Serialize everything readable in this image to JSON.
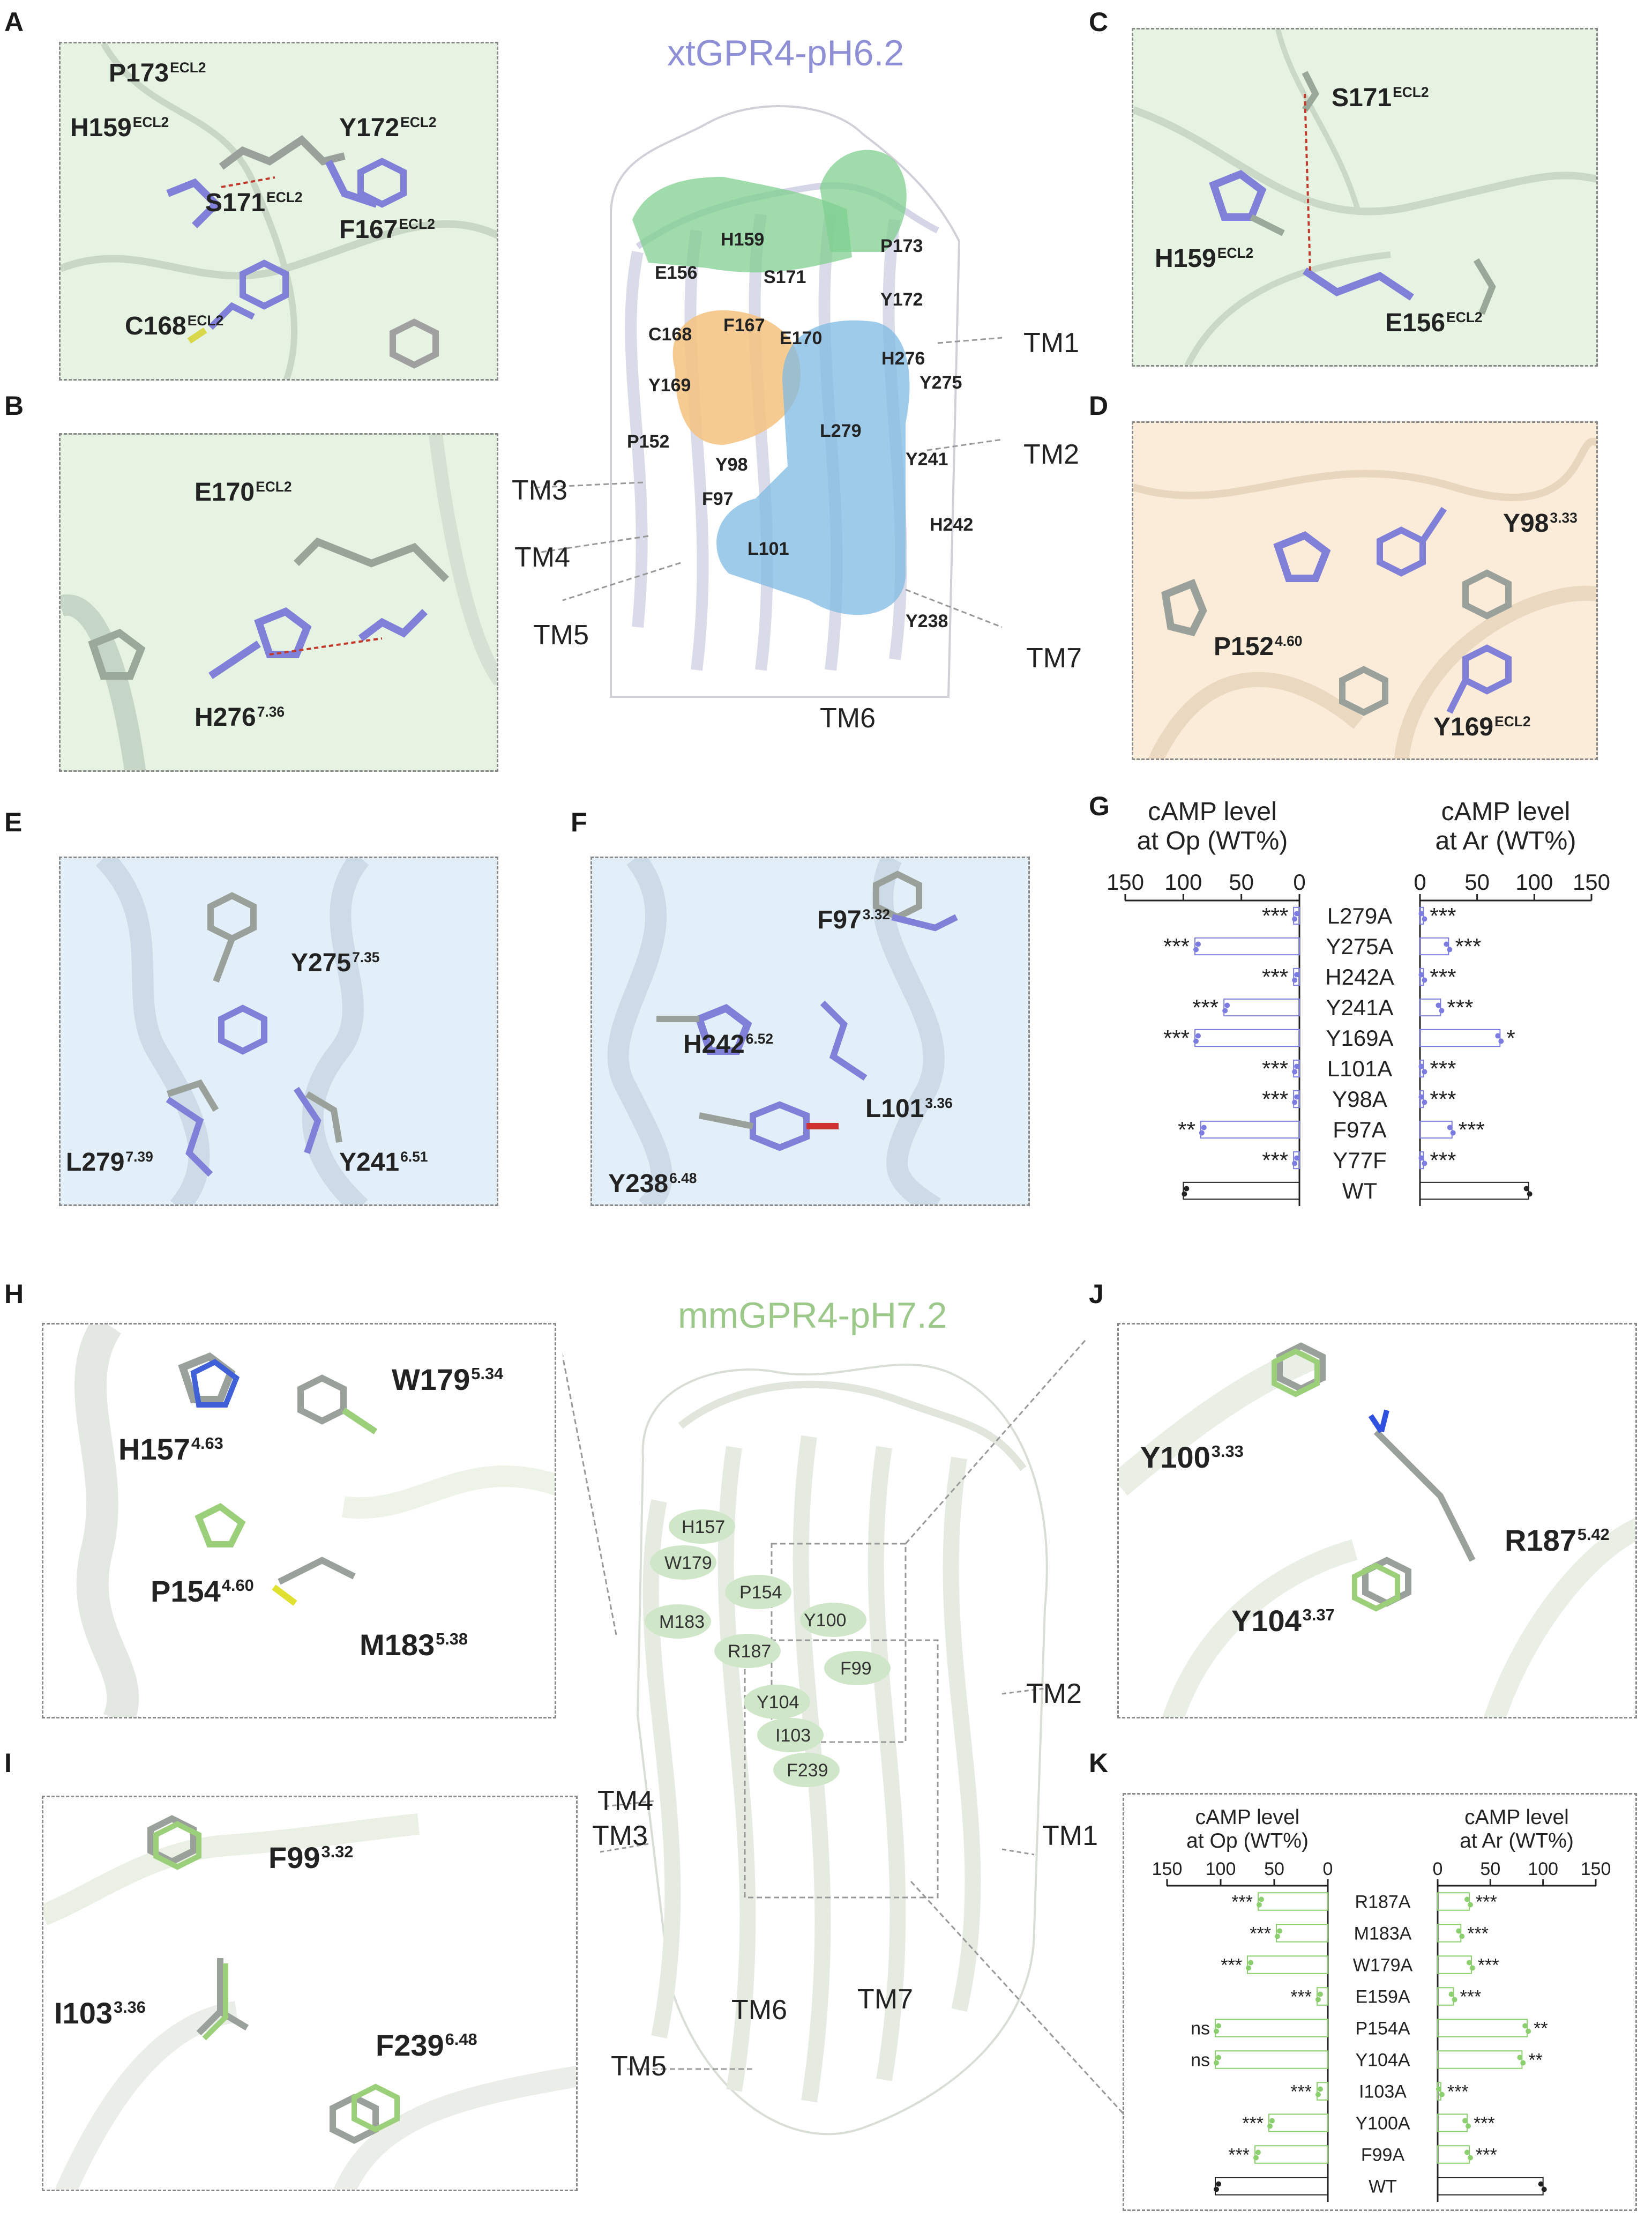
{
  "panel_labels": {
    "A": "A",
    "B": "B",
    "C": "C",
    "D": "D",
    "E": "E",
    "F": "F",
    "G": "G",
    "H": "H",
    "I": "I",
    "J": "J",
    "K": "K"
  },
  "structures": {
    "top_title": "xtGPR4-pH6.2",
    "bottom_title": "mmGPR4-pH7.2",
    "top_tm": [
      "TM1",
      "TM2",
      "TM3",
      "TM4",
      "TM5",
      "TM6",
      "TM7"
    ],
    "bottom_tm": [
      "TM1",
      "TM2",
      "TM3",
      "TM4",
      "TM5",
      "TM6",
      "TM7"
    ],
    "top_sites": [
      "H159",
      "P173",
      "E156",
      "S171",
      "Y172",
      "C168",
      "F167",
      "E170",
      "H276",
      "Y275",
      "Y169",
      "L279",
      "P152",
      "Y241",
      "Y98",
      "F97",
      "H242",
      "L101",
      "Y238"
    ],
    "bottom_sites": [
      "H157",
      "W179",
      "P154",
      "M183",
      "Y100",
      "R187",
      "F99",
      "Y104",
      "I103",
      "F239"
    ],
    "title_color_top": "#8f8fd6",
    "title_color_bottom": "#9cc98a",
    "region_colors": {
      "green": "#7fcf8f",
      "orange": "#f4c27f",
      "blue": "#7fb9e3"
    }
  },
  "panels": {
    "A": [
      {
        "name": "P173",
        "sup": "ECL2"
      },
      {
        "name": "H159",
        "sup": "ECL2"
      },
      {
        "name": "Y172",
        "sup": "ECL2"
      },
      {
        "name": "S171",
        "sup": "ECL2"
      },
      {
        "name": "F167",
        "sup": "ECL2"
      },
      {
        "name": "C168",
        "sup": "ECL2"
      }
    ],
    "B": [
      {
        "name": "E170",
        "sup": "ECL2"
      },
      {
        "name": "H276",
        "sup": "7.36"
      }
    ],
    "C": [
      {
        "name": "S171",
        "sup": "ECL2"
      },
      {
        "name": "H159",
        "sup": "ECL2"
      },
      {
        "name": "E156",
        "sup": "ECL2"
      }
    ],
    "D": [
      {
        "name": "Y98",
        "sup": "3.33"
      },
      {
        "name": "P152",
        "sup": "4.60"
      },
      {
        "name": "Y169",
        "sup": "ECL2"
      }
    ],
    "E": [
      {
        "name": "Y275",
        "sup": "7.35"
      },
      {
        "name": "L279",
        "sup": "7.39"
      },
      {
        "name": "Y241",
        "sup": "6.51"
      }
    ],
    "F": [
      {
        "name": "F97",
        "sup": "3.32"
      },
      {
        "name": "H242",
        "sup": "6.52"
      },
      {
        "name": "L101",
        "sup": "3.36"
      },
      {
        "name": "Y238",
        "sup": "6.48"
      }
    ],
    "H": [
      {
        "name": "W179",
        "sup": "5.34"
      },
      {
        "name": "H157",
        "sup": "4.63"
      },
      {
        "name": "P154",
        "sup": "4.60"
      },
      {
        "name": "M183",
        "sup": "5.38"
      }
    ],
    "I": [
      {
        "name": "F99",
        "sup": "3.32"
      },
      {
        "name": "I103",
        "sup": "3.36"
      },
      {
        "name": "F239",
        "sup": "6.48"
      }
    ],
    "J": [
      {
        "name": "Y100",
        "sup": "3.33"
      },
      {
        "name": "R187",
        "sup": "5.42"
      },
      {
        "name": "Y104",
        "sup": "3.37"
      }
    ]
  },
  "chart_data": [
    {
      "panel": "G",
      "type": "bar",
      "orientation": "horizontal",
      "categories": [
        "L279A",
        "Y275A",
        "H242A",
        "Y241A",
        "Y169A",
        "L101A",
        "Y98A",
        "F97A",
        "Y77F",
        "WT"
      ],
      "left": {
        "title_line1": "cAMP level",
        "title_line2": "at Op (WT%)",
        "ticks": [
          "150",
          "100",
          "50",
          "0"
        ],
        "xlim": [
          150,
          0
        ],
        "values": [
          5,
          90,
          5,
          65,
          90,
          5,
          5,
          85,
          5,
          100
        ],
        "sig": [
          "***",
          "***",
          "***",
          "***",
          "***",
          "***",
          "***",
          "**",
          "***",
          ""
        ]
      },
      "right": {
        "title_line1": "cAMP level",
        "title_line2": "at Ar (WT%)",
        "ticks": [
          "0",
          "50",
          "100",
          "150"
        ],
        "xlim": [
          0,
          150
        ],
        "values": [
          3,
          25,
          3,
          18,
          70,
          3,
          3,
          28,
          3,
          95
        ],
        "sig": [
          "***",
          "***",
          "***",
          "***",
          "*",
          "***",
          "***",
          "***",
          "***",
          ""
        ]
      },
      "color": "#7b7be0",
      "wt_color": "#222222"
    },
    {
      "panel": "K",
      "type": "bar",
      "orientation": "horizontal",
      "categories": [
        "R187A",
        "M183A",
        "W179A",
        "E159A",
        "P154A",
        "Y104A",
        "I103A",
        "Y100A",
        "F99A",
        "WT"
      ],
      "left": {
        "title_line1": "cAMP level",
        "title_line2": "at Op (WT%)",
        "ticks": [
          "150",
          "100",
          "50",
          "0"
        ],
        "xlim": [
          150,
          0
        ],
        "values": [
          65,
          48,
          75,
          10,
          105,
          105,
          10,
          55,
          68,
          105
        ],
        "sig": [
          "***",
          "***",
          "***",
          "***",
          "ns",
          "ns",
          "***",
          "***",
          "***",
          ""
        ]
      },
      "right": {
        "title_line1": "cAMP level",
        "title_line2": "at Ar (WT%)",
        "ticks": [
          "0",
          "50",
          "100",
          "150"
        ],
        "xlim": [
          0,
          150
        ],
        "values": [
          30,
          22,
          32,
          15,
          85,
          80,
          3,
          28,
          30,
          100
        ],
        "sig": [
          "***",
          "***",
          "***",
          "***",
          "**",
          "**",
          "***",
          "***",
          "***",
          ""
        ]
      },
      "color": "#8ccf6e",
      "wt_color": "#222222"
    }
  ]
}
